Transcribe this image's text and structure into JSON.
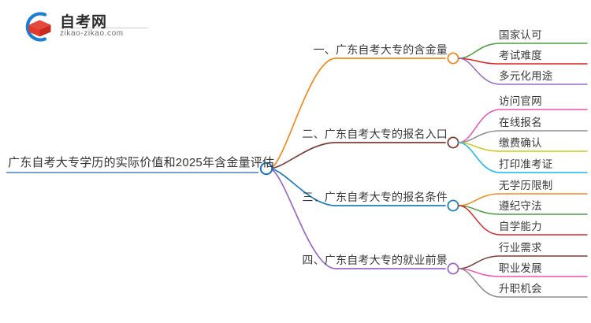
{
  "logo": {
    "name_cn": "自考网",
    "url": "zikao-zikao.com",
    "mark_icon": "graduation-cap-icon",
    "arc_color": "#1a7fd4",
    "cap_color": "#e23b2e"
  },
  "mindmap": {
    "root": {
      "label": "广东自考大专学历的实际价值和2025年含金量评估",
      "underline_color": "#4a7fc1",
      "node_color": "#1a6fc4"
    },
    "branches": [
      {
        "index": "1",
        "label": "一、广东自考大专的含金量",
        "color": "#f08a1e",
        "children": [
          {
            "label": "国家认可",
            "color": "#4a9e3f"
          },
          {
            "label": "考试难度",
            "color": "#e02020"
          },
          {
            "label": "多元化用途",
            "color": "#9b68c8"
          }
        ]
      },
      {
        "index": "2",
        "label": "二、广东自考大专的报名入口",
        "color": "#7b3f3a",
        "children": [
          {
            "label": "访问官网",
            "color": "#ef52b0"
          },
          {
            "label": "在线报名",
            "color": "#8d8d8d"
          },
          {
            "label": "缴费确认",
            "color": "#cfc717"
          },
          {
            "label": "打印准考证",
            "color": "#19b9ef"
          }
        ]
      },
      {
        "index": "3",
        "label": "三、广东自考大专的报名条件",
        "color": "#1f7fc0",
        "children": [
          {
            "label": "无学历限制",
            "color": "#f08a1e"
          },
          {
            "label": "遵纪守法",
            "color": "#4a9e3f"
          },
          {
            "label": "自学能力",
            "color": "#d82a2a"
          }
        ]
      },
      {
        "index": "4",
        "label": "四、广东自考大专的就业前景",
        "color": "#9b68c8",
        "children": [
          {
            "label": "行业需求",
            "color": "#7b3f3a"
          },
          {
            "label": "职业发展",
            "color": "#ef52b0"
          },
          {
            "label": "升职机会",
            "color": "#8d8d8d"
          }
        ]
      }
    ]
  }
}
